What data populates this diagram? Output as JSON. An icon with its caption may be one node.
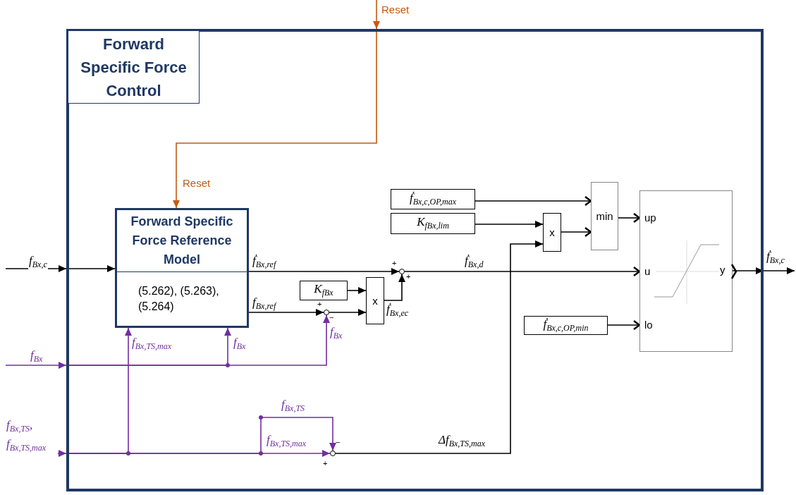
{
  "diagram": {
    "nodes": [
      {
        "text": [],
        "shape": "box"
      },
      {
        "text": [
          "Forward Specific Force Control"
        ],
        "in": 0
      },
      {
        "text": [
          "Forward Specific Force Reference Model",
          "(5.262), (5.263), (5.264)"
        ],
        "in": 0
      },
      {
        "text": [
          "*ḟ*$_{Bx,c,OP,max}$"
        ],
        "in": 0
      },
      {
        "text": [
          "*K*$_{fBx,lim}$"
        ],
        "in": 0
      },
      {
        "text": [
          "min"
        ],
        "in": 0
      },
      {
        "text": [
          "x"
        ],
        "in": 0
      },
      {
        "text": [
          "up",
          "u",
          "lo",
          "y"
        ],
        "in": 0
      },
      {
        "text": [],
        "shape": "circle",
        "in": 0,
        "beside": [
          "+",
          "+"
        ]
      },
      {
        "text": [
          "*K*$_{fBx}$"
        ],
        "in": 0
      },
      {
        "text": [],
        "shape": "circle",
        "in": 0,
        "beside": [
          "+",
          "−"
        ]
      },
      {
        "text": [
          "x"
        ],
        "in": 0
      },
      {
        "text": [
          "*ḟ*$_{Bx,c,OP,min}$"
        ],
        "in": 0
      },
      {
        "text": [],
        "shape": "circle",
        "in": 0,
        "beside": [
          "−",
          "+"
        ]
      }
    ],
    "edges": [
      {
        "from": null,
        "to": 0,
        "arrow": "to",
        "label": "Reset",
        "color": "#c55a11"
      },
      {
        "from": 0,
        "to": 2,
        "arrow": "to",
        "label": "Reset",
        "color": "#c55a11"
      },
      {
        "from": null,
        "to": 0,
        "arrow": "to",
        "label": "*f*$_{Bx,c}$"
      },
      {
        "from": 0,
        "to": 2,
        "arrow": "to"
      },
      {
        "from": 2,
        "to": 8,
        "arrow": "to",
        "label": "*ḟ*$_{Bx,ref}$"
      },
      {
        "from": 2,
        "to": 10,
        "arrow": "to",
        "label": "*f*$_{Bx,ref}$"
      },
      {
        "from": 9,
        "to": 11,
        "arrow": "to"
      },
      {
        "from": 10,
        "to": 11,
        "arrow": "to"
      },
      {
        "from": 11,
        "to": 8,
        "arrow": "to",
        "label": "*ḟ*$_{Bx,ec}$"
      },
      {
        "from": 8,
        "to": 7,
        "arrow": "to",
        "label": "*ḟ*$_{Bx,d}$"
      },
      {
        "from": 3,
        "to": 5,
        "arrow": "to"
      },
      {
        "from": 4,
        "to": 6,
        "arrow": "to"
      },
      {
        "from": 6,
        "to": 5,
        "arrow": "to"
      },
      {
        "from": 13,
        "to": 6,
        "arrow": "to",
        "label": "Δf$_{Bx,TS,max}$"
      },
      {
        "from": 5,
        "to": 7,
        "arrow": "to"
      },
      {
        "from": 12,
        "to": 7,
        "arrow": "to"
      },
      {
        "from": 7,
        "to": 0,
        "arrow": "to"
      },
      {
        "from": 0,
        "to": null,
        "arrow": "to",
        "label": "*ḟ*$_{Bx,c}$"
      },
      {
        "from": null,
        "to": 0,
        "arrow": "to",
        "label": "*f*$_{Bx}$",
        "color": "#7030a0"
      },
      {
        "from": 0,
        "to": 2,
        "arrow": "to",
        "label": "*f*$_{Bx}$",
        "color": "#7030a0"
      },
      {
        "from": 0,
        "to": 10,
        "arrow": "to",
        "label": "*f*$_{Bx}$",
        "color": "#7030a0"
      },
      {
        "from": null,
        "to": 0,
        "arrow": "to",
        "label": "*f*$_{Bx,TS}$, *f*$_{Bx,TS,max}$",
        "color": "#7030a0"
      },
      {
        "from": 0,
        "to": 2,
        "arrow": "to",
        "label": "*f*$_{Bx,TS,max}$",
        "color": "#7030a0"
      },
      {
        "from": 0,
        "to": 13,
        "arrow": "to",
        "label": "*f*$_{Bx,TS,max}$",
        "color": "#7030a0"
      },
      {
        "from": 0,
        "to": 13,
        "arrow": "to",
        "label": "*f*$_{Bx,TS}$",
        "color": "#7030a0"
      }
    ]
  }
}
